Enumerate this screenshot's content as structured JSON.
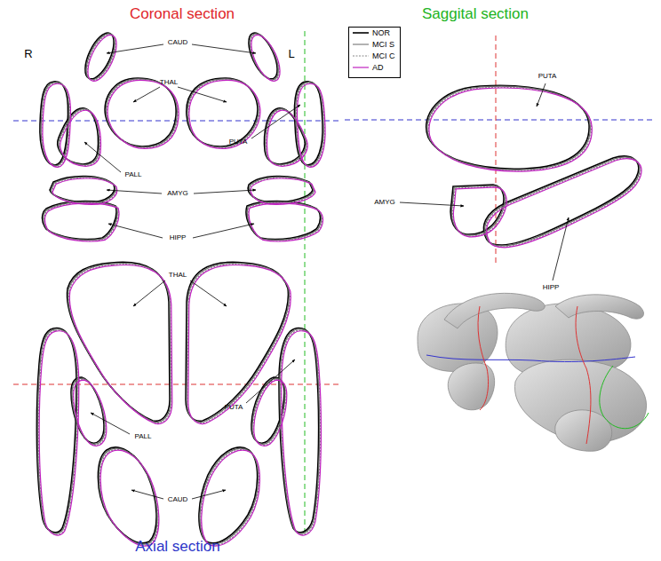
{
  "diagram": {
    "labels": [
      "Coronal section",
      "Saggital section",
      "R",
      "L",
      "CAUD",
      "THAL",
      "PALL",
      "PUTA",
      "AMYG",
      "HIPP",
      "PUTA",
      "AMYG",
      "HIPP",
      "THAL",
      "PALL",
      "PUTA",
      "CAUD",
      "Axial section"
    ],
    "legend": [
      {
        "text": "NOR"
      },
      {
        "text": "MCI S"
      },
      {
        "text": "MCI C"
      },
      {
        "text": "AD"
      }
    ]
  }
}
